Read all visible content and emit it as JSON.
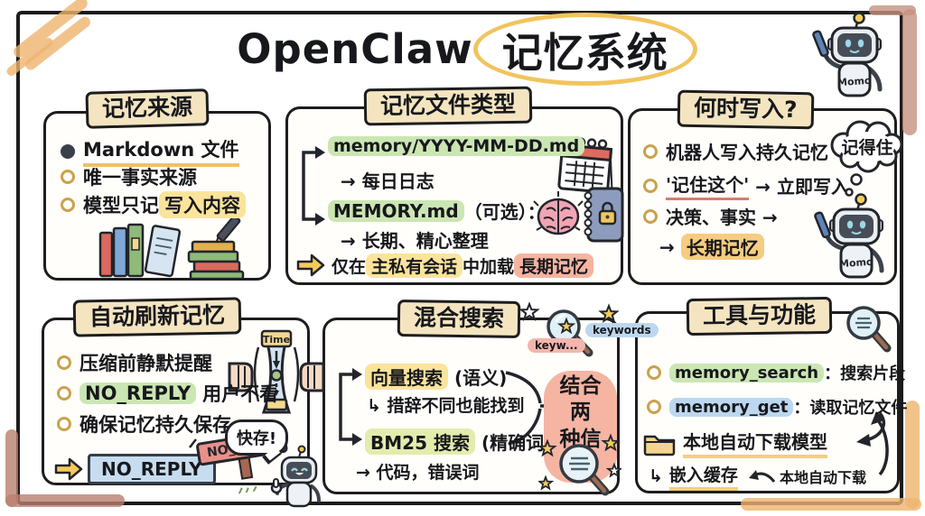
{
  "header": {
    "title_left": "OpenClaw",
    "title_right": "记忆系统"
  },
  "corner_robot": {
    "name": "Momo"
  },
  "colors": {
    "panel_title_bg": "#f4e5c0",
    "highlight_yellow": "#fae49c",
    "highlight_green": "#cbe6b3",
    "highlight_pink": "#f5b4a0",
    "highlight_blue": "#bcd7ef",
    "highlight_orange": "#f6cc80",
    "highlight_lime": "#e3ecad",
    "sign_red": "#e8908a",
    "noreply_box_blue": "#c7dcef",
    "crayon_orange": "#eeb46e",
    "crayon_brown": "#b97f6f"
  },
  "source": {
    "title": "记忆来源",
    "b1": "Markdown 文件",
    "b2": "唯一事实来源",
    "b3_pre": "模型只记",
    "b3_hl": "写入内容"
  },
  "file_types": {
    "title": "记忆文件类型",
    "f1": "memory/YYYY-MM-DD.md",
    "f1_desc": "→ 每日日志",
    "f2": "MEMORY.md",
    "f2_suffix": "（可选）：",
    "f2_desc": "→ 长期、精心整理",
    "note_pre": "仅在",
    "note_hl1": "主私有会话",
    "note_mid": "中加载",
    "note_hl2": "長期记忆"
  },
  "when_write": {
    "title": "何时写入?",
    "b1": "机器人写入持久记忆",
    "b2_hl": "'记住这个'",
    "b2_rest": "→ 立即写入",
    "b3": "决策、事实 →",
    "b4_arrow": "→",
    "b4_hl": "长期记忆",
    "thought": "记得住",
    "robot_name": "Momo"
  },
  "auto_refresh": {
    "title": "自动刷新记忆",
    "b1": "压缩前静默提醒",
    "b2_hl": "NO_REPLY",
    "b2_rest": "用户不看",
    "b3": "确保记忆持久保存",
    "tag": "NO_REPLY",
    "sign": "NO_REPLY",
    "bubble": "快存!",
    "time_label": "Time"
  },
  "hybrid_search": {
    "title": "混合搜索",
    "s1_hl": "向量搜索",
    "s1_suffix": "(语义)",
    "s1_desc": "↳ 措辞不同也能找到",
    "s2_hl": "BM25 搜索",
    "s2_suffix": "(精确词)",
    "s2_desc": "→ 代码，错误词",
    "result_line1": "结合两",
    "result_line2": "种信号",
    "kw1": "keyw...",
    "kw2": "keywords"
  },
  "tools": {
    "title": "工具与功能",
    "t1_name": "memory_search",
    "t1_rest": "：搜索片段",
    "t2_name": "memory_get",
    "t2_rest": "：读取记忆文件",
    "t3": "本地自动下载模型",
    "t4_prefix": "↳",
    "t4": "嵌入缓存",
    "t4_note": "本地自动下载"
  }
}
